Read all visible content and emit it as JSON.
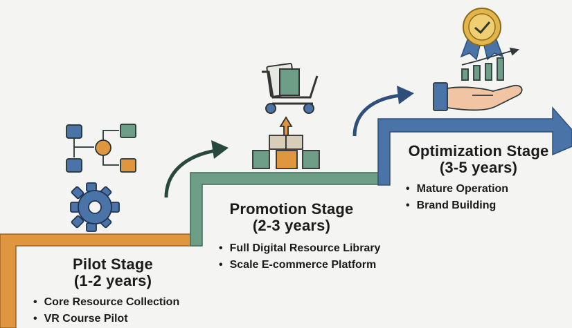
{
  "stages": [
    {
      "name": "Pilot Stage",
      "duration": "(1-2 years)",
      "items": [
        "Core Resource Collection",
        "VR Course Pilot"
      ],
      "color": "#e0963e",
      "icons": [
        "flowchart-icon",
        "gear-icon"
      ]
    },
    {
      "name": "Promotion Stage",
      "duration": "(2-3 years)",
      "items": [
        "Full Digital Resource Library",
        "Scale E-commerce Platform"
      ],
      "color": "#6f9e86",
      "icons": [
        "shopping-cart-icon",
        "resource-boxes-icon"
      ]
    },
    {
      "name": "Optimization Stage",
      "duration": "(3-5 years)",
      "items": [
        "Mature Operation",
        "Brand Building"
      ],
      "color": "#4a73a8",
      "icons": [
        "award-badge-icon",
        "hand-growth-chart-icon"
      ]
    }
  ],
  "colors": {
    "orange": "#e0963e",
    "green": "#6f9e86",
    "blue": "#4a73a8",
    "dark_green": "#27493d",
    "dark_blue": "#2e4f7a",
    "gold": "#e2b64a"
  }
}
